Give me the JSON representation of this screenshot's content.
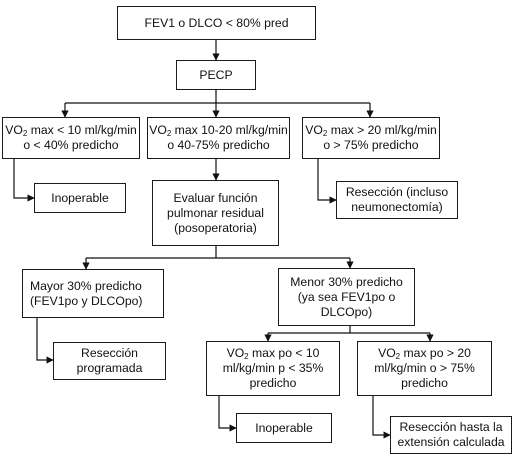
{
  "nodes": {
    "start": {
      "lines": [
        "FEV1 o DLCO < 80% pred"
      ]
    },
    "pecp": {
      "lines": [
        "PECP"
      ]
    },
    "vo2_low": {
      "prefix": "VO",
      "sub": "2",
      "lines": [
        " max < 10 ml/kg/min",
        "o < 40% predicho"
      ]
    },
    "vo2_mid": {
      "prefix": "VO",
      "sub": "2",
      "lines": [
        " max 10-20 ml/kg/min",
        "o 40-75% predicho"
      ]
    },
    "vo2_high": {
      "prefix": "VO",
      "sub": "2",
      "lines": [
        " max > 20 ml/kg/min",
        "o > 75% predicho"
      ]
    },
    "inoperable_1": {
      "lines": [
        "Inoperable"
      ]
    },
    "evaluar": {
      "lines": [
        "Evaluar función",
        "pulmonar residual",
        "(posoperatoria)"
      ]
    },
    "reseccion_neumo": {
      "lines": [
        "Resección (incluso",
        "neumonectomía)"
      ]
    },
    "mayor30": {
      "lines": [
        "Mayor 30% predicho",
        "(FEV1po y DLCOpo)"
      ]
    },
    "menor30": {
      "lines": [
        "Menor 30% predicho",
        "(ya sea FEV1po o",
        "DLCOpo)"
      ]
    },
    "reseccion_prog": {
      "lines": [
        "Resección",
        "programada"
      ]
    },
    "vo2po_low": {
      "prefix": "VO",
      "sub": "2",
      "lines": [
        " max po < 10",
        "ml/kg/min p < 35%",
        "predicho"
      ]
    },
    "vo2po_high": {
      "prefix": "VO",
      "sub": "2",
      "lines": [
        " max po > 20",
        "ml/kg/min o > 75%",
        "predicho"
      ]
    },
    "inoperable_2": {
      "lines": [
        "Inoperable"
      ]
    },
    "reseccion_ext": {
      "lines": [
        "Resección hasta la",
        "extensión calculada"
      ]
    }
  }
}
